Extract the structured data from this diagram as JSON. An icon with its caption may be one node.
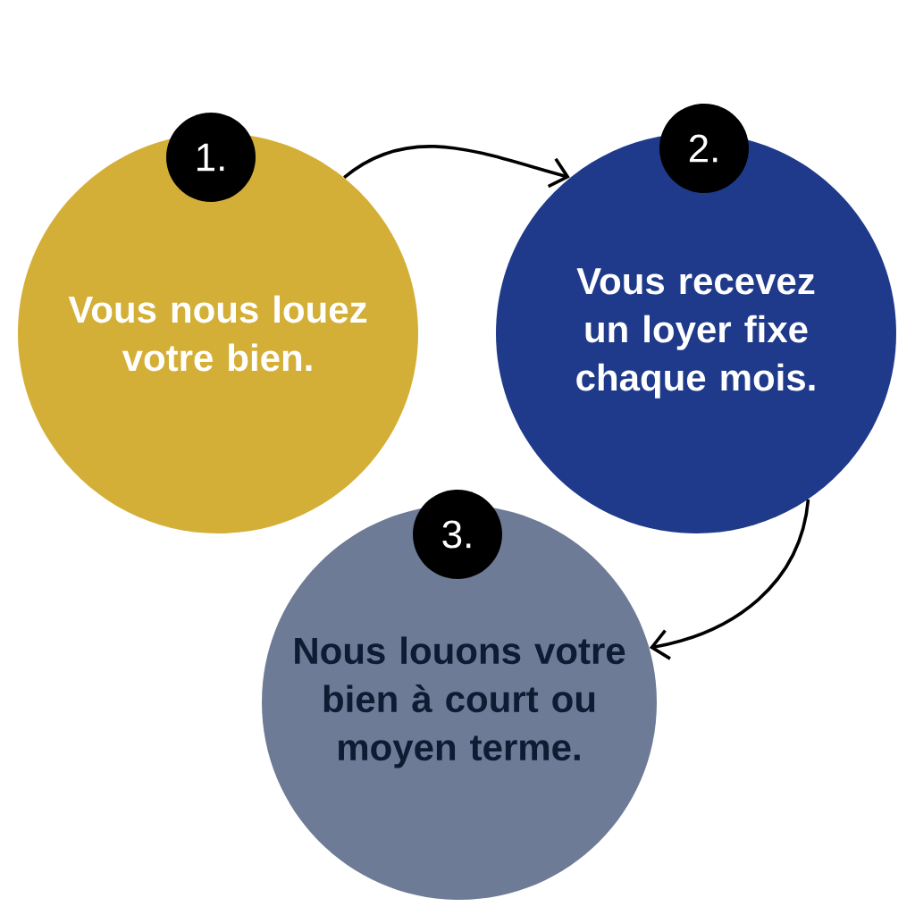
{
  "diagram": {
    "nodes": [
      {
        "text": [
          "1."
        ]
      },
      {
        "text": [
          "Vous nous louez votre bien."
        ]
      },
      {
        "text": [
          "2."
        ]
      },
      {
        "text": [
          "Vous recevez un loyer fixe chaque mois."
        ]
      },
      {
        "text": [
          "3."
        ]
      },
      {
        "text": [
          "Nous louons votre bien à court ou moyen terme."
        ]
      }
    ],
    "edges": [
      {
        "from": 1,
        "to": 3,
        "arrow": "to"
      },
      {
        "from": 3,
        "to": 5,
        "arrow": "to"
      }
    ]
  }
}
